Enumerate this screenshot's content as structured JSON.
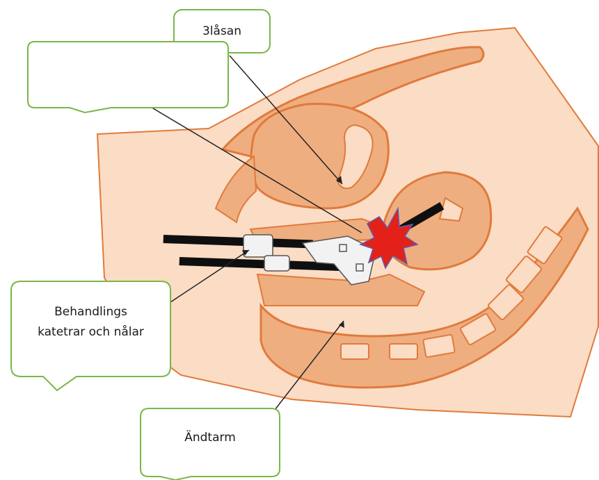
{
  "callouts": {
    "bladder": {
      "label": "3låsan"
    },
    "blank": {
      "label": ""
    },
    "catheters": {
      "line1": "Behandlings",
      "line2": "katetrar och nålar"
    },
    "rectum": {
      "label": "Ändtarm"
    }
  },
  "colors": {
    "tissue_light": "#fbdcc4",
    "tissue_mid": "#eeae80",
    "outline": "#e07a3c",
    "callout_border": "#7ab648",
    "target_burst": "#e32119",
    "catheter": "#0f0f0f",
    "applicator": "#f2f2f2"
  }
}
